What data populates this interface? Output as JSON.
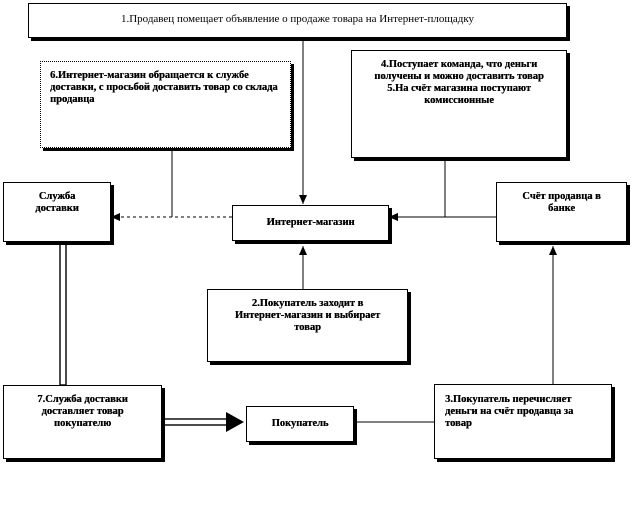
{
  "boxes": {
    "seller_posts_ad": "1.Продавец помещает объявление о продаже товара на Интернет-площадку",
    "shop_contacts_delivery": "6.Интернет-магазин  обращается к службе доставки, с просьбой доставить товар со склада продавца",
    "payment_confirmed": "4.Поступает команда, что деньги получены и можно доставить товар",
    "commission": "5.На счёт магазина поступают комиссионные",
    "delivery_service": "Служба\nдоставки",
    "online_shop": "Интернет-магазин",
    "seller_bank_account": "Счёт продавца в\nбанке",
    "buyer_selects": "2.Покупатель заходит в\nИнтернет-магазин и выбирает\nтовар",
    "delivery_delivers": "7.Служба доставки\nдоставляет товар\nпокупателю",
    "buyer": "Покупатель",
    "buyer_pays": "3.Покупатель перечисляет\nденьги на счёт продавца за\nтовар"
  }
}
